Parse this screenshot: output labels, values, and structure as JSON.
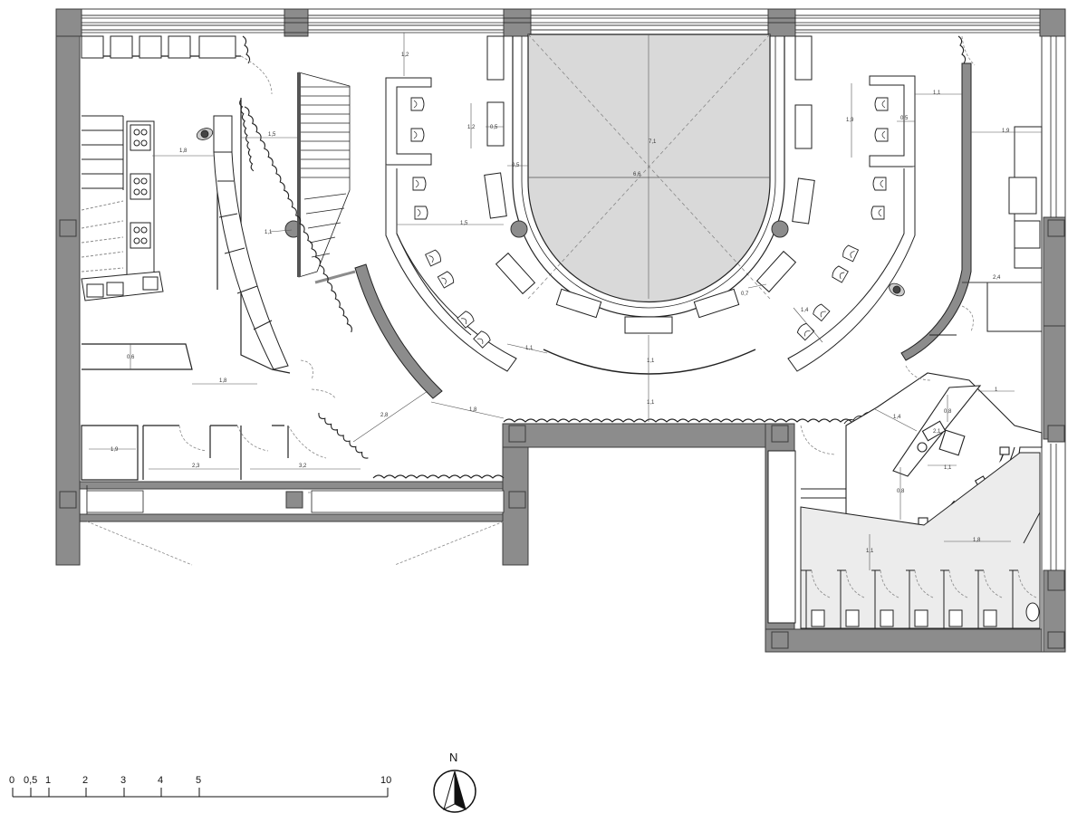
{
  "colors": {
    "wall": "#8c8c8c",
    "wall_stroke": "#3c3c3c",
    "floor_hatch": "#d9d9d9",
    "toilet_floor": "#ececec",
    "line": "#222222",
    "dim_line": "#555555",
    "dash": "#888888"
  },
  "icons": {
    "north": "north-arrow-icon",
    "column": "column-icon",
    "person": "person-icon"
  },
  "dimensions": {
    "d_1_2_top": "1,2",
    "d_1_5": "1,5",
    "d_1_8_kitchen": "1,8",
    "d_1_2_booth": "1,2",
    "d_0_5_booth": "0,5",
    "d_0_5_booth_b": "0,5",
    "d_6_6": "6,6",
    "d_7_1": "7,1",
    "d_1_5_aisle": "1,5",
    "d_1_9_right": "1,9",
    "d_0_5_right": "0,5",
    "d_1_1_right": "1,1",
    "d_1_9_far": "1,9",
    "d_2_4": "2,4",
    "d_0_7": "0,7",
    "d_1_4_seat": "1,4",
    "d_1_1_ring": "1,1",
    "d_1_1_center": "1,1",
    "d_1_1_low": "1,1",
    "d_1_1_left": "1,1",
    "d_0_6": "0,6",
    "d_1_8_low": "1,8",
    "d_2_8": "2,8",
    "d_1_8_mid": "1,8",
    "d_1_9_store": "1,9",
    "d_2_3": "2,3",
    "d_3_2": "3,2",
    "d_1_4_bar": "1,4",
    "d_0_8_bar": "0,8",
    "d_1_bar": "1",
    "d_1_1_bar": "1,1",
    "d_0_8_bar_b": "0,8",
    "d_1_8_wc": "1,8",
    "d_1_1_wc": "1,1",
    "d_2_1": "2,1"
  },
  "scale_bar": {
    "labels": [
      "0",
      "0,5",
      "1",
      "2",
      "3",
      "4",
      "5",
      "10"
    ]
  },
  "north": {
    "label": "N"
  }
}
